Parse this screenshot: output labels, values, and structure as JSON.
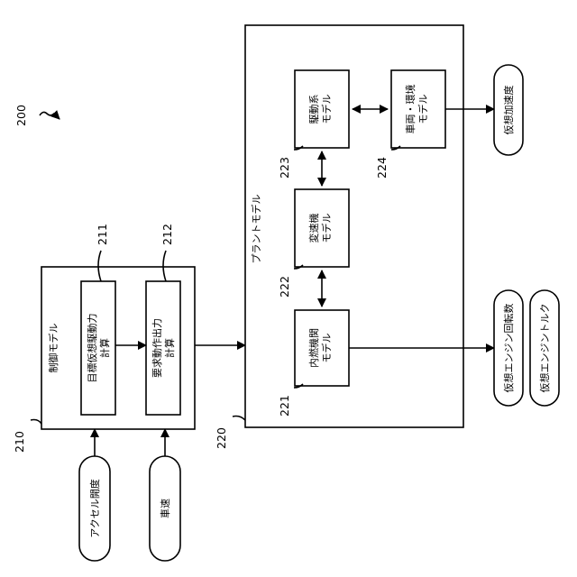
{
  "figure_number": "200",
  "inputs": {
    "accelerator": "アクセル開度",
    "vehicle_speed": "車速"
  },
  "control_model": {
    "ref": "210",
    "title": "制御モデル",
    "target_drive": {
      "ref": "211",
      "line1": "目標仮想駆動力",
      "line2": "計算"
    },
    "demand_output": {
      "ref": "212",
      "line1": "要求動作出力",
      "line2": "計算"
    }
  },
  "plant_model": {
    "ref": "220",
    "title": "プラントモデル",
    "engine": {
      "ref": "221",
      "line1": "内燃機関",
      "line2": "モデル"
    },
    "transmission": {
      "ref": "222",
      "line1": "変速機",
      "line2": "モデル"
    },
    "drivetrain": {
      "ref": "223",
      "line1": "駆動系",
      "line2": "モデル"
    },
    "vehicle_env": {
      "ref": "224",
      "line1": "車両・環境",
      "line2": "モデル"
    }
  },
  "outputs": {
    "virtual_accel": "仮想加速度",
    "virtual_engine_speed": "仮想エンジン回転数",
    "virtual_engine_torque": "仮想エンジントルク"
  }
}
